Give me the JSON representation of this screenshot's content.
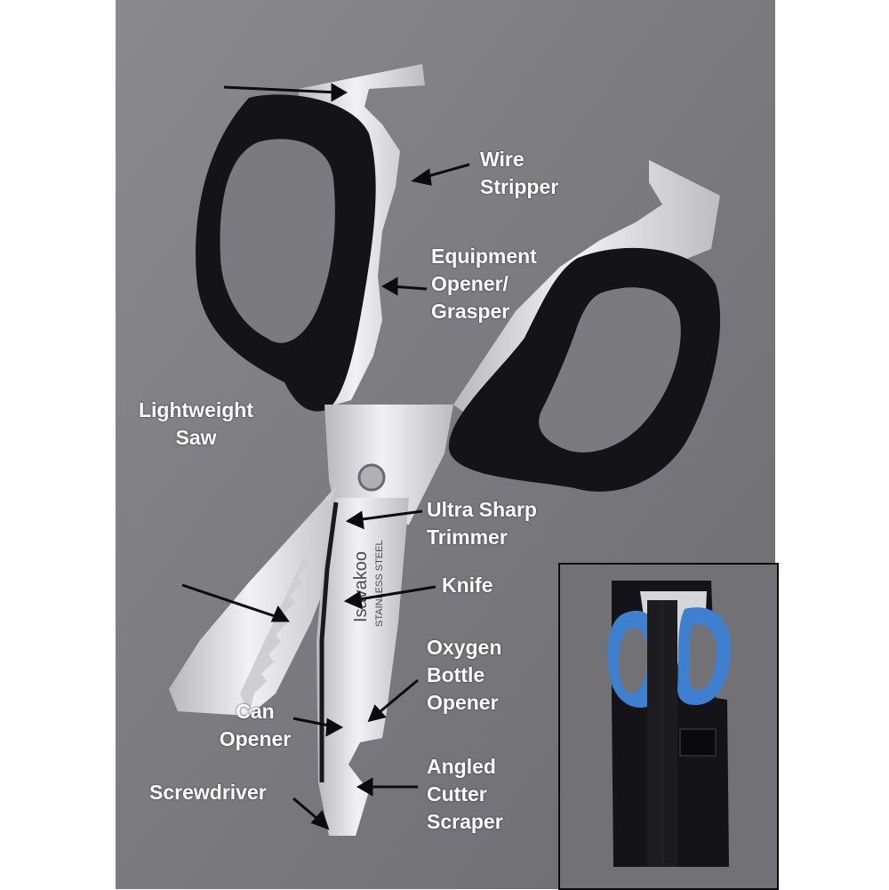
{
  "labels": {
    "wire_stripper": [
      "Wire",
      "Stripper"
    ],
    "equipment_opener": [
      "Equipment",
      "Opener/",
      "Grasper"
    ],
    "lightweight_saw": [
      "Lightweight",
      "Saw"
    ],
    "ultra_sharp_trimmer": [
      "Ultra Sharp",
      "Trimmer"
    ],
    "knife": [
      "Knife"
    ],
    "oxygen_bottle_opener": [
      "Oxygen",
      "Bottle",
      "Opener"
    ],
    "can_opener": [
      "Can",
      "Opener"
    ],
    "angled_cutter_scraper": [
      "Angled",
      "Cutter",
      "Scraper"
    ],
    "screwdriver": [
      "Screwdriver"
    ]
  },
  "blade_engraving": {
    "brand": "Isavakoo",
    "material": "STAINLESS STEEL"
  },
  "colors": {
    "background": "#7b7b7f",
    "handle": "#141416",
    "blade": "#d9d9db",
    "label_text": "#ffffff",
    "pouch": "#141418",
    "inset_handle": "#3f7fd0"
  },
  "inset": {
    "subject": "scissors in black holster pouch with blue handles"
  }
}
